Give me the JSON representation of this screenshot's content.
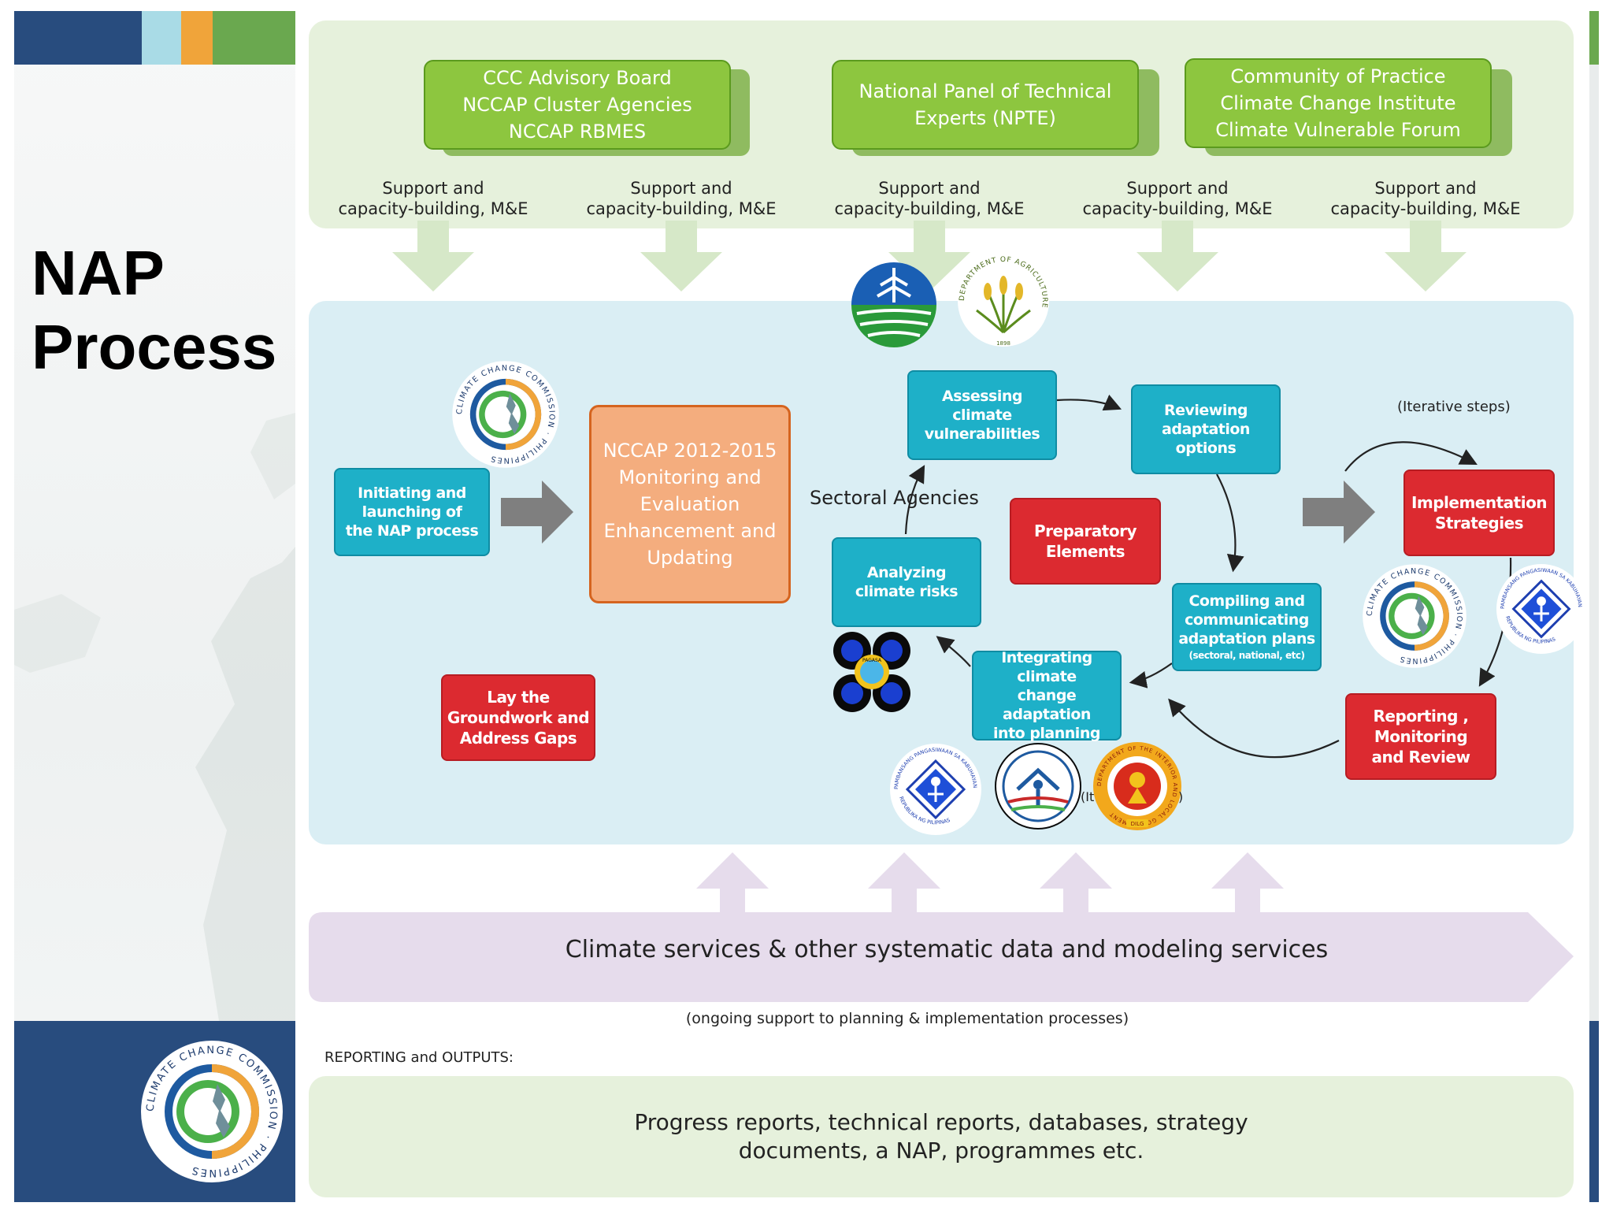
{
  "title": {
    "line1": "NAP",
    "line2": "Process"
  },
  "support": {
    "boxes": [
      {
        "lines": [
          "CCC Advisory Board",
          "NCCAP Cluster Agencies",
          "NCCAP RBMES"
        ]
      },
      {
        "lines": [
          "National Panel of Technical",
          "Experts (NPTE)"
        ]
      },
      {
        "lines": [
          "Community of Practice",
          "Climate Change Institute",
          "Climate Vulnerable Forum"
        ]
      }
    ],
    "label_line1": "Support and",
    "label_line2": "capacity-building, M&E"
  },
  "process": {
    "initiating": [
      "Initiating and",
      "launching of",
      "the NAP process"
    ],
    "nccap": [
      "NCCAP 2012-2015",
      "Monitoring and",
      "Evaluation",
      "Enhancement and",
      "Updating"
    ],
    "lay_groundwork": [
      "Lay the",
      "Groundwork and",
      "Address Gaps"
    ],
    "sectoral_agencies": "Sectoral Agencies",
    "assessing": [
      "Assessing",
      "climate",
      "vulnerabilities"
    ],
    "reviewing": [
      "Reviewing",
      "adaptation",
      "options"
    ],
    "preparatory": [
      "Preparatory",
      "Elements"
    ],
    "analyzing": [
      "Analyzing",
      "climate risks"
    ],
    "compiling": [
      "Compiling and",
      "communicating",
      "adaptation plans",
      "(sectoral, national, etc)"
    ],
    "integrating": [
      "Integrating climate",
      "change adaptation",
      "into planning"
    ],
    "iterative": "(Iterative steps)",
    "implementation": [
      "Implementation",
      "Strategies"
    ],
    "reporting": [
      "Reporting ,",
      "Monitoring",
      "and Review"
    ],
    "partial_text": "(It",
    "partial_text_end": ")"
  },
  "services": {
    "text": "Climate services & other systematic data and modeling services",
    "note": "(ongoing support to planning & implementation processes)"
  },
  "outputs": {
    "label": "REPORTING and OUTPUTS:",
    "line1": "Progress reports, technical reports, databases, strategy",
    "line2": "documents, a NAP, programmes etc."
  },
  "logos": {
    "ccc_ring_text": "CLIMATE CHANGE COMMISSION · PHILIPPINES",
    "da_ring_text": "DEPARTMENT OF AGRICULTURE",
    "dilg_ring_text": "DEPARTMENT OF THE INTERIOR AND LOCAL GOVERNMENT",
    "dilg_badge": "DILG",
    "neda_ring_text": "PAMBANSANG PANGASIWAAN SA KABUHAYAN AT PAGPAPAUNLAD",
    "neda_bottom_text": "REPUBLIKA NG PILIPINAS",
    "dost_badge": "PAGASA",
    "da_year": "1898"
  },
  "colors": {
    "navy": "#284c7e",
    "light_blue": "#a9dbe6",
    "orange": "#f0a43a",
    "green": "#6aa84f",
    "teal": "#1eb0c8",
    "red": "#dc2a30",
    "peach": "#f4ad7e",
    "lilac": "#e6dcec"
  }
}
